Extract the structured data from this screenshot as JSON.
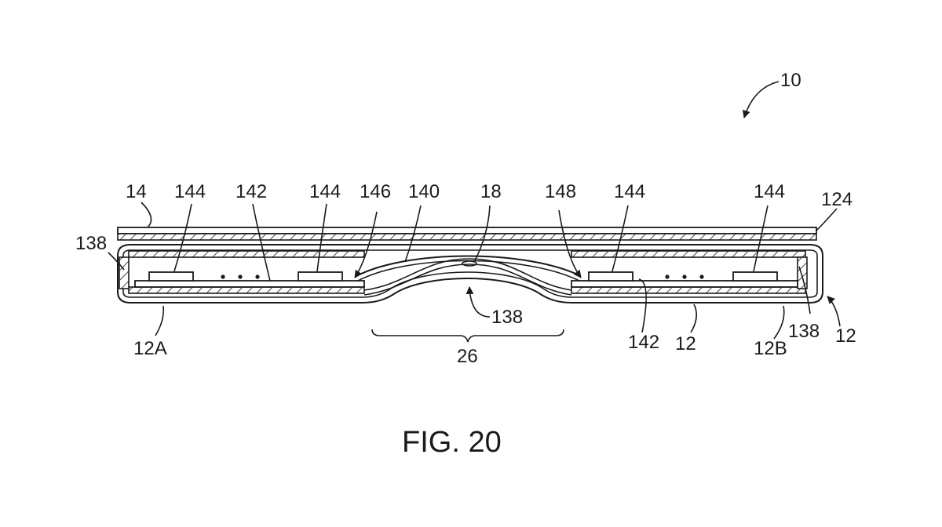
{
  "figure": {
    "caption": "FIG. 20",
    "labels": {
      "l10": "10",
      "l14": "14",
      "l144a": "144",
      "l142a": "142",
      "l144b": "144",
      "l146": "146",
      "l140": "140",
      "l18": "18",
      "l148": "148",
      "l144c": "144",
      "l144d": "144",
      "l124": "124",
      "l138a": "138",
      "l138b": "138",
      "l138c": "138",
      "l12a": "12A",
      "l26": "26",
      "l142b": "142",
      "l12b": "12",
      "l12c": "12B",
      "l12d": "12"
    }
  }
}
